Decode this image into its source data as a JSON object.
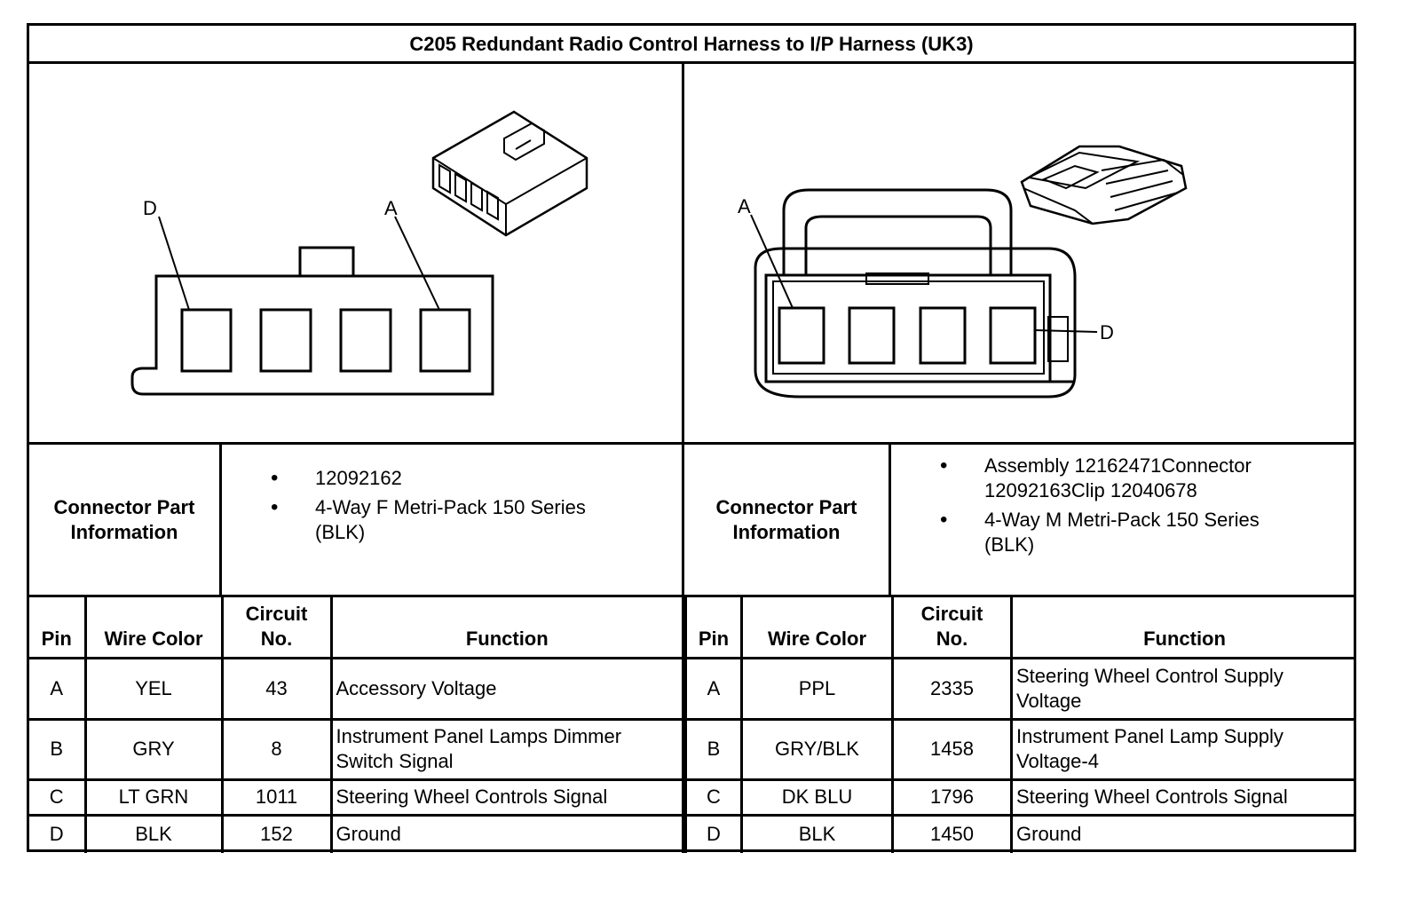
{
  "title": "C205 Redundant Radio Control Harness to I/P Harness (UK3)",
  "diagrams": {
    "left": {
      "pin_label_1": "D",
      "pin_label_2": "A"
    },
    "right": {
      "pin_label_1": "A",
      "pin_label_2": "D"
    }
  },
  "connector_info": {
    "left": {
      "label_line1": "Connector Part",
      "label_line2": "Information",
      "items": [
        "12092162",
        "4-Way F Metri-Pack 150 Series (BLK)"
      ]
    },
    "right": {
      "label_line1": "Connector Part",
      "label_line2": "Information",
      "items": [
        "Assembly 12162471Connector 12092163Clip 12040678",
        "4-Way M Metri-Pack 150 Series (BLK)"
      ]
    }
  },
  "table_headers": {
    "pin": "Pin",
    "wire_color": "Wire Color",
    "circuit_line1": "Circuit",
    "circuit_line2": "No.",
    "function": "Function"
  },
  "left_rows": [
    {
      "pin": "A",
      "wire_color": "YEL",
      "circuit": "43",
      "function": "Accessory Voltage"
    },
    {
      "pin": "B",
      "wire_color": "GRY",
      "circuit": "8",
      "function": "Instrument Panel Lamps Dimmer Switch Signal"
    },
    {
      "pin": "C",
      "wire_color": "LT GRN",
      "circuit": "1011",
      "function": "Steering Wheel Controls Signal"
    },
    {
      "pin": "D",
      "wire_color": "BLK",
      "circuit": "152",
      "function": "Ground"
    }
  ],
  "right_rows": [
    {
      "pin": "A",
      "wire_color": "PPL",
      "circuit": "2335",
      "function": "Steering Wheel Control Supply Voltage"
    },
    {
      "pin": "B",
      "wire_color": "GRY/BLK",
      "circuit": "1458",
      "function": "Instrument Panel Lamp Supply Voltage-4"
    },
    {
      "pin": "C",
      "wire_color": "DK BLU",
      "circuit": "1796",
      "function": "Steering Wheel Controls Signal"
    },
    {
      "pin": "D",
      "wire_color": "BLK",
      "circuit": "1450",
      "function": "Ground"
    }
  ]
}
